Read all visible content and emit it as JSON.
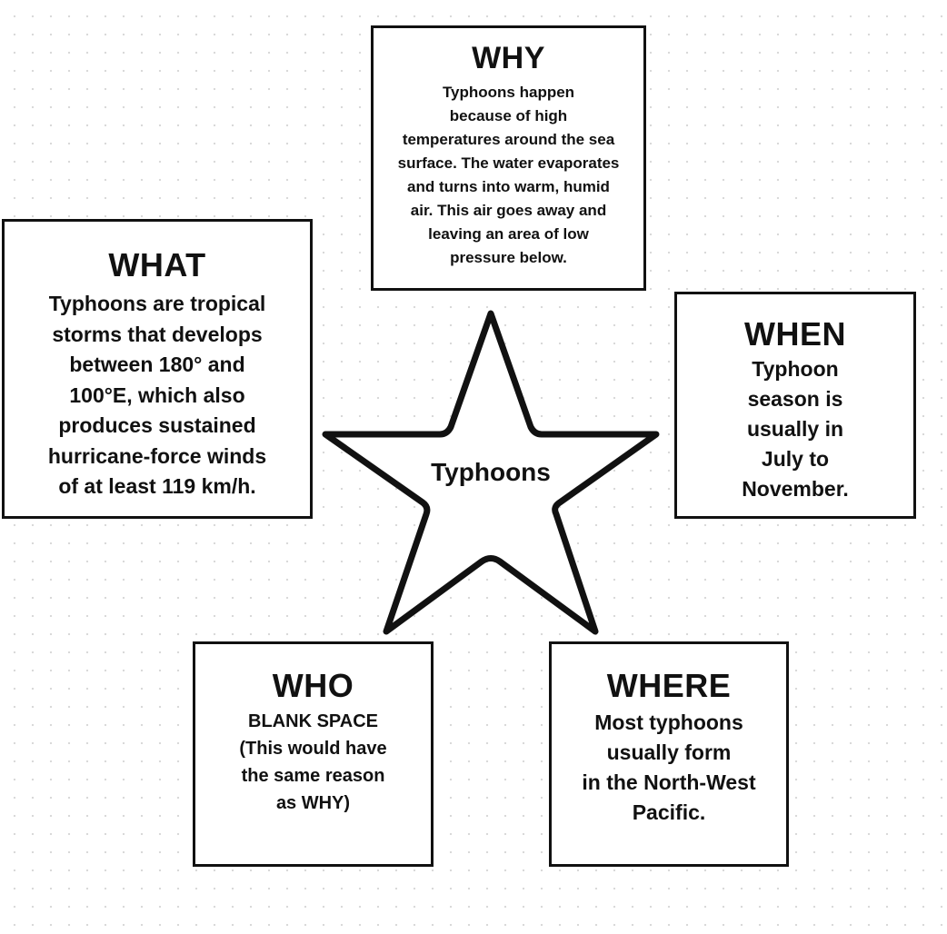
{
  "center": {
    "label": "Typhoons"
  },
  "boxes": {
    "why": {
      "heading": "WHY",
      "body": "Typhoons happen\nbecause of high\ntemperatures around the sea\nsurface. The water evaporates\nand turns into warm, humid\nair.  This air goes away and\nleaving an area of low\npressure below."
    },
    "what": {
      "heading": "WHAT",
      "body": "Typhoons are tropical\nstorms that develops\nbetween 180° and\n100°E, which also\nproduces sustained\nhurricane-force winds\nof at least 119 km/h."
    },
    "when": {
      "heading": "WHEN",
      "body": "Typhoon\nseason is\nusually in\nJuly to\nNovember."
    },
    "who": {
      "heading": "WHO",
      "body": "BLANK SPACE\n(This would have\nthe same reason\nas WHY)"
    },
    "where": {
      "heading": "WHERE",
      "body": "Most typhoons\nusually form\nin the North-West\nPacific."
    }
  },
  "colors": {
    "stroke": "#111111",
    "background": "#ffffff",
    "grid_dot": "#d9d9d9"
  }
}
